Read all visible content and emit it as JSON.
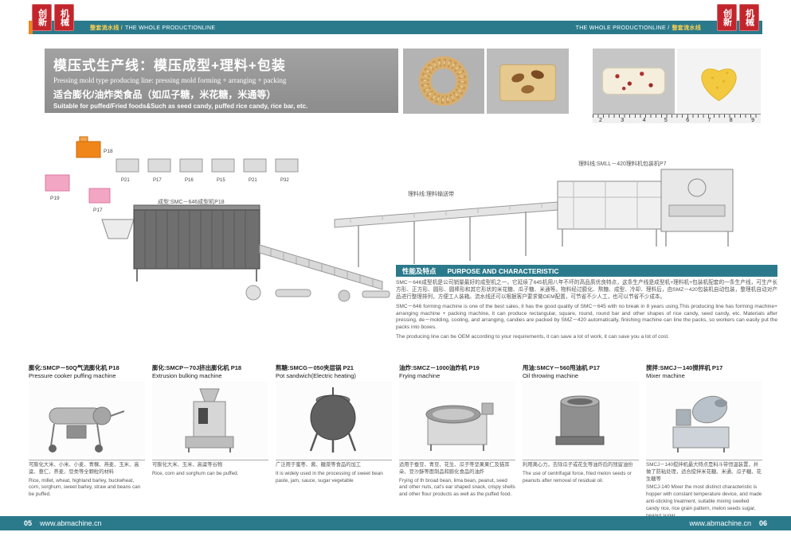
{
  "colors": {
    "teal": "#2b7a8c",
    "red": "#c2262c",
    "orange": "#f08519"
  },
  "brand": {
    "stamps": [
      "创新",
      "机械"
    ]
  },
  "header": {
    "left_cn": "整套流水线 /",
    "left_en": "THE WHOLE PRODUCTIONLINE",
    "right_en": "THE WHOLE PRODUCTIONLINE /",
    "right_cn": "整套流水线"
  },
  "title": {
    "cn1": "模压式生产线：模压成型+理料+包装",
    "en1": "Pressing mold type producing line: pressing mold forming + arranging + packing",
    "cn2": "适合膨化/油炸类食品（如瓜子糖，米花糖，米通等）",
    "en2": "Suitable for puffed/Fried foods&Such as seed candy, puffed rice candy, rice bar, etc."
  },
  "gallery": {
    "photos": [
      "puffed-rice-ring-candy",
      "almond-candy-block",
      "rice-candy-bar",
      "heart-shaped-millet-candy"
    ],
    "ruler": [
      "2",
      "3",
      "4",
      "5",
      "6",
      "7",
      "8",
      "9"
    ]
  },
  "diagram": {
    "label_forming": "成型:SMC－646成型机P18",
    "label_conveyor": "理料线:理料输送带",
    "label_packing": "理料线:SMLL－420理料机包装机P7",
    "mini": {
      "orange": "P18",
      "pink_left": "P19",
      "pink_right": "P17",
      "row": [
        "P21",
        "P17",
        "P16",
        "P15",
        "P21",
        "P32"
      ]
    }
  },
  "characteristics": {
    "heading_cn": "性能及特点",
    "heading_en": "PURPOSE AND CHARACTERISTIC",
    "body_cn": "SMC－646成型机是公司销量最好的成型机之一，它延续了645机用八年不坏的高品质优良特点，这条生产线是成型机+理料机+包装机配套的一条生产线，可生产长方形、正方形、圆形、圆棒形和其它形状的米花糖、瓜子糖、米通等。物料经过膨化、熬糖、成型、冷却、理料后，由SMZ－420包装机自动包装，整理机自动对产品进行整理排列，方便工人装箱。流水线还可以根据客户要求做OEM配置，可节省不少人工，也可以节省不少成本。",
    "body_en": "SMC－646 forming machine is one of the best sales, it has the good quality of SMC－645 with no break in 8 years using.This producing line has forming machine+ arranging machine + packing machine, it can produce rectangular, square, round, round bar and other shapes of rice candy, seed candy, etc. Materials after pressing, de－molding, cooling, and arranging, candies are packed by SMZ－420 automatically, finishing machine can line the packs, so workers can easily put the packs into boxes.",
    "body_en2": "The producing line can be OEM according to your requirements, it can save a lot of work, it can save you a lot of cost."
  },
  "products": [
    {
      "caption_cn": "膨化:SMCP－50Q气流膨化机 P18",
      "caption_en": "Pressure cooker puffing machine",
      "desc_cn": "可膨化大米、小米、小麦、青稞、燕麦、玉米、高粱、薏仁、荞麦、豆类等全颗粒的材料",
      "desc_en": "Rice, millet, wheat, highland barley, buckwheat, corn, sorghum, sweet barley, straw and beans can be puffed."
    },
    {
      "caption_cn": "膨化:SMCP－70J挤出膨化机 P18",
      "caption_en": "Extrusion bulking machine",
      "desc_cn": "可膨化大米、玉米、高粱等谷物",
      "desc_en": "Rice, corn and sorghum can be puffed."
    },
    {
      "caption_cn": "熬糖:SMCG－050夹层锅 P21",
      "caption_en": "Pot sandwich(Electric heating)",
      "desc_cn": "广泛用于蜜枣、酱、糖菜等食品的加工",
      "desc_en": "It is widely used in the processing of sweet bean paste, jam, sauce, sugar vegetable"
    },
    {
      "caption_cn": "油炸:SMCZ－1000油炸机 P19",
      "caption_en": "Frying machine",
      "desc_cn": "适用于蚕豆、青豆、花生、瓜子等坚果果仁及猫耳朵、豆沙酥等面制品和膨化食品的油炸",
      "desc_en": "Frying of th broad bean, lima bean, peanut, seed and other nuts, cat's ear shaped snack, crispy shells and other flour products as well as the puffed food."
    },
    {
      "caption_cn": "甩油:SMCY－560甩油机 P17",
      "caption_en": "Oil throwing machine",
      "desc_cn": "利用离心力，去除瓜子或花生等油炸后的残留油份",
      "desc_en": "The use of centrifugal force, fried melon seeds or peanuts after removal of residual oil."
    },
    {
      "caption_cn": "搅拌:SMCJ－140搅拌机 P17",
      "caption_en": "Mixer machine",
      "desc_cn": "SMCJ－140搅拌机最大特点是料斗带恒温装置，并做了防粘处理，适合搅拌米花糖、米通、瓜子糖、花生糖等",
      "desc_en": "SMCJ-140 Mixer the most distinct characteristic is hopper with constant temperature device, and made anti-sticking treatment, suitable mixing swelled candy rice, rice grain pattern, melon seeds sugar, peanut sugar…"
    }
  ],
  "footer": {
    "page_left": "05",
    "site_left": "www.abmachine.cn",
    "site_right": "www.abmachine.cn",
    "page_right": "06"
  }
}
